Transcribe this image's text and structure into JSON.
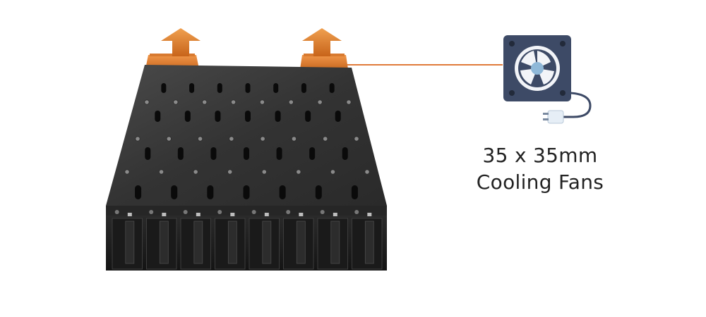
{
  "caption": {
    "line1": "35 x 35mm",
    "line2": "Cooling Fans"
  },
  "colors": {
    "enclosure_top": "#3a3a3a",
    "enclosure_front": "#1c1c1c",
    "fan_orange": "#e8832e",
    "arrow_orange": "#e8832e",
    "leader_line": "#e07a3a",
    "fan_icon_body": "#3d4a66",
    "fan_icon_blade": "#f2f4f8",
    "caption_text": "#222222"
  },
  "product": {
    "bay_count": 8,
    "fan_count": 2,
    "airflow_direction": "up"
  },
  "icons": [
    "airflow-arrow-icon",
    "cooling-fan-icon",
    "power-plug-icon"
  ]
}
